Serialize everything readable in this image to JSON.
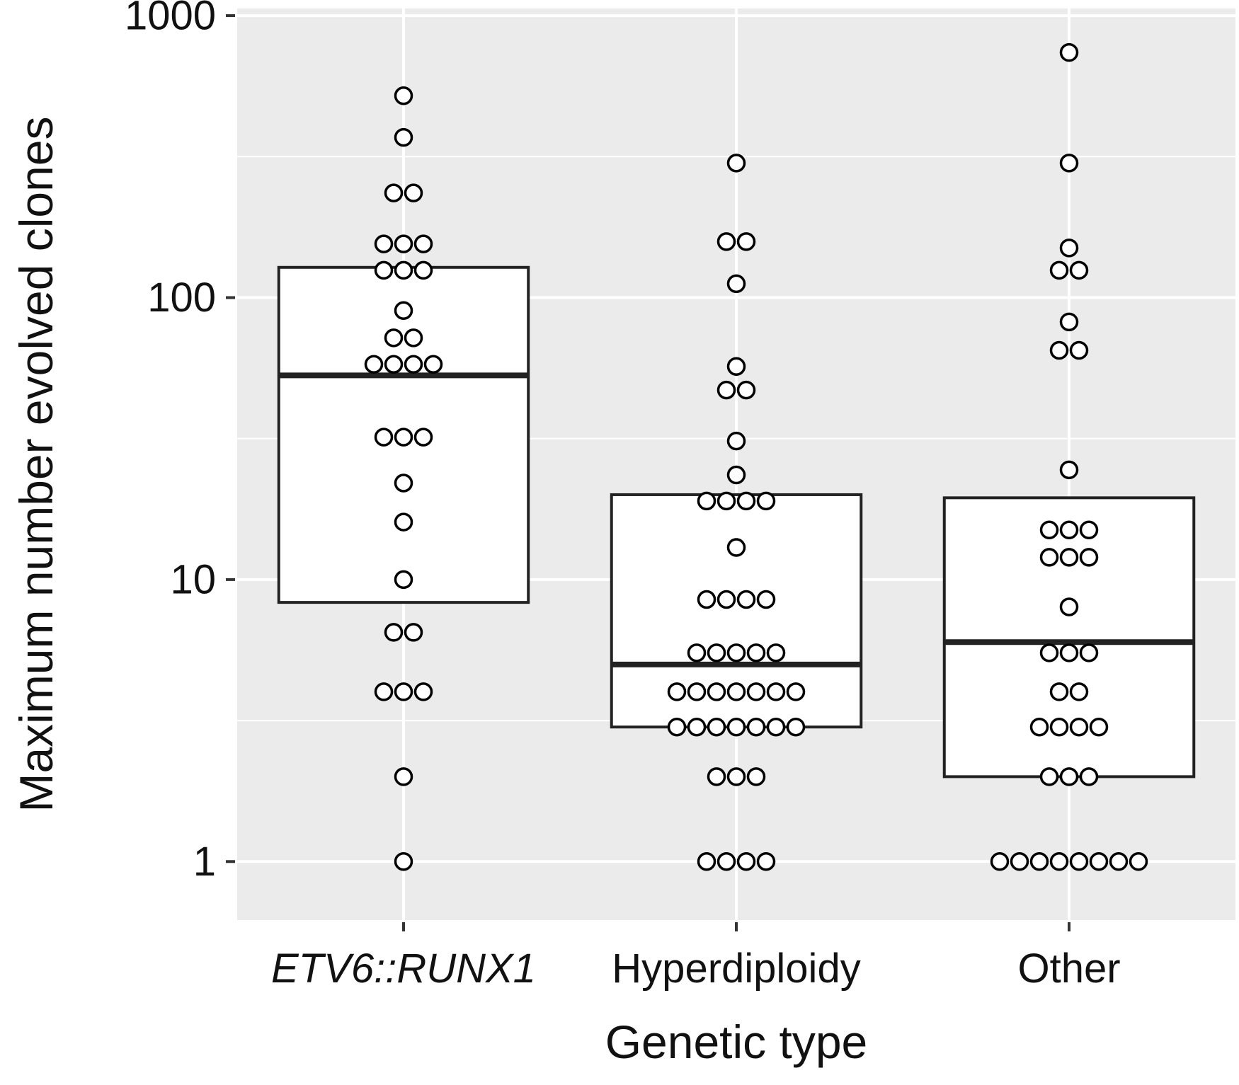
{
  "chart_data": {
    "type": "box",
    "title": "",
    "xlabel": "Genetic type",
    "ylabel": "Maximum number evolved clones",
    "y_scale": "log10",
    "ylim": [
      0.62,
      1060
    ],
    "yticks": [
      1,
      10,
      100,
      1000
    ],
    "ytick_labels": [
      "1",
      "10",
      "100",
      "1000"
    ],
    "grid": true,
    "legend": "none",
    "categories": [
      "ETV6::RUNX1",
      "Hyperdiploidy",
      "Other"
    ],
    "italic_categories": [
      "ETV6::RUNX1"
    ],
    "colors": {
      "panel": "#ebebeb",
      "grid": "#ffffff",
      "box_fill": "#ffffff",
      "box_stroke": "#222222",
      "point_fill": "#ffffff",
      "point_stroke": "#000000"
    },
    "boxes": [
      {
        "category": "ETV6::RUNX1",
        "q1": 8.3,
        "median": 53,
        "q3": 128
      },
      {
        "category": "Hyperdiploidy",
        "q1": 3,
        "median": 5,
        "q3": 20
      },
      {
        "category": "Other",
        "q1": 2,
        "median": 6,
        "q3": 19.5
      }
    ],
    "points": [
      {
        "category": "ETV6::RUNX1",
        "values": [
          1,
          2,
          4,
          4,
          4,
          6.5,
          6.5,
          10,
          16,
          22,
          32,
          32,
          32,
          58,
          58,
          58,
          58,
          72,
          72,
          90,
          125,
          125,
          125,
          155,
          155,
          155,
          235,
          235,
          370,
          520
        ]
      },
      {
        "category": "Hyperdiploidy",
        "values": [
          1,
          1,
          1,
          1,
          2,
          2,
          2,
          3,
          3,
          3,
          3,
          3,
          3,
          3,
          4,
          4,
          4,
          4,
          4,
          4,
          4,
          5.5,
          5.5,
          5.5,
          5.5,
          5.5,
          8.5,
          8.5,
          8.5,
          8.5,
          13,
          19,
          19,
          19,
          19,
          23.5,
          31,
          47,
          47,
          57,
          112,
          158,
          158,
          300
        ]
      },
      {
        "category": "Other",
        "values": [
          1,
          1,
          1,
          1,
          1,
          1,
          1,
          1,
          2,
          2,
          2,
          3,
          3,
          3,
          3,
          4,
          4,
          5.5,
          5.5,
          5.5,
          8,
          12,
          12,
          12,
          15,
          15,
          15,
          24.5,
          65,
          65,
          82,
          125,
          125,
          150,
          300,
          740
        ]
      }
    ]
  }
}
